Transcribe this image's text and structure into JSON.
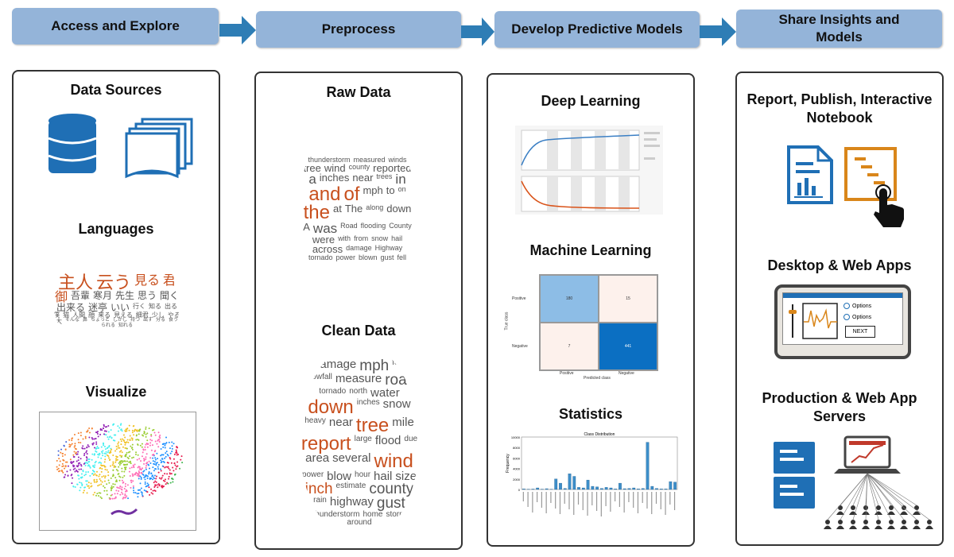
{
  "steps": [
    "Access and Explore",
    "Preprocess",
    "Develop Predictive Models",
    "Share Insights and Models"
  ],
  "colors": {
    "step": "#94b4d9",
    "arrow": "#2e7db5",
    "icon_blue": "#1f6fb5",
    "icon_orange": "#d9861a",
    "cloud_orange": "#c8501e"
  },
  "panel1": {
    "data_sources": "Data Sources",
    "languages": "Languages",
    "visualize": "Visualize",
    "lang_words": [
      [
        "主人",
        4,
        1
      ],
      [
        "云う",
        4,
        1
      ],
      [
        "見る",
        3,
        1
      ],
      [
        "君",
        3,
        1
      ],
      [
        "御",
        3,
        1
      ],
      [
        "吾輩",
        2,
        0
      ],
      [
        "寒月",
        2,
        0
      ],
      [
        "先生",
        2,
        0
      ],
      [
        "思う",
        2,
        0
      ],
      [
        "聞く",
        2,
        0
      ],
      [
        "出来る",
        2,
        0
      ],
      [
        "迷亭",
        2,
        0
      ],
      [
        "いい",
        2,
        0
      ],
      [
        "行く",
        1,
        0
      ],
      [
        "知る",
        1,
        0
      ],
      [
        "出る",
        1,
        0
      ],
      [
        "僕",
        1,
        0
      ],
      [
        "猫",
        1,
        0
      ],
      [
        "人間",
        1,
        0
      ],
      [
        "顔",
        1,
        0
      ],
      [
        "来る",
        1,
        0
      ],
      [
        "見える",
        1,
        0
      ],
      [
        "細君",
        1,
        0
      ],
      [
        "少し",
        1,
        0
      ],
      [
        "やる",
        1,
        0
      ],
      [
        "大",
        1,
        0
      ],
      [
        "そんな",
        0,
        0
      ],
      [
        "鼻",
        0,
        0
      ],
      [
        "ちょっと",
        0,
        0
      ],
      [
        "しかし",
        0,
        0
      ],
      [
        "持つ",
        0,
        0
      ],
      [
        "出す",
        0,
        0
      ],
      [
        "分る",
        0,
        0
      ],
      [
        "食う",
        0,
        0
      ],
      [
        "られる",
        0,
        0
      ],
      [
        "知れる",
        0,
        0
      ]
    ]
  },
  "panel2": {
    "raw_data": "Raw Data",
    "clean_data": "Clean Data",
    "raw_words": [
      [
        "thunderstorm",
        1,
        0
      ],
      [
        "measured",
        1,
        0
      ],
      [
        "winds",
        1,
        0
      ],
      [
        "tree",
        2,
        0
      ],
      [
        "wind",
        2,
        0
      ],
      [
        "county",
        1,
        0
      ],
      [
        "reported",
        2,
        0
      ],
      [
        "a",
        3,
        0
      ],
      [
        "inches",
        2,
        0
      ],
      [
        "near",
        2,
        0
      ],
      [
        "trees",
        1,
        0
      ],
      [
        "in",
        3,
        0
      ],
      [
        "and",
        4,
        1
      ],
      [
        "of",
        4,
        1
      ],
      [
        "mph",
        2,
        0
      ],
      [
        "to",
        2,
        0
      ],
      [
        "on",
        1,
        0
      ],
      [
        "the",
        4,
        1
      ],
      [
        "at",
        2,
        0
      ],
      [
        "The",
        2,
        0
      ],
      [
        "along",
        1,
        0
      ],
      [
        "down",
        2,
        0
      ],
      [
        "A",
        2,
        0
      ],
      [
        "was",
        3,
        0
      ],
      [
        "Road",
        1,
        0
      ],
      [
        "flooding",
        1,
        0
      ],
      [
        "County",
        1,
        0
      ],
      [
        "were",
        2,
        0
      ],
      [
        "with",
        1,
        0
      ],
      [
        "from",
        1,
        0
      ],
      [
        "snow",
        1,
        0
      ],
      [
        "hail",
        1,
        0
      ],
      [
        "across",
        2,
        0
      ],
      [
        "damage",
        1,
        0
      ],
      [
        "Highway",
        1,
        0
      ],
      [
        "tornado",
        1,
        0
      ],
      [
        "power",
        1,
        0
      ],
      [
        "blown",
        1,
        0
      ],
      [
        "gust",
        1,
        0
      ],
      [
        "fell",
        1,
        0
      ]
    ],
    "clean_words": [
      [
        "damage",
        2,
        0
      ],
      [
        "mph",
        3,
        0
      ],
      [
        "foot",
        1,
        0
      ],
      [
        "snowfall",
        1,
        0
      ],
      [
        "measure",
        2,
        0
      ],
      [
        "road",
        3,
        0
      ],
      [
        "tornado",
        1,
        0
      ],
      [
        "north",
        1,
        0
      ],
      [
        "water",
        2,
        0
      ],
      [
        "down",
        4,
        1
      ],
      [
        "inches",
        1,
        0
      ],
      [
        "snow",
        2,
        0
      ],
      [
        "heavy",
        1,
        0
      ],
      [
        "near",
        2,
        0
      ],
      [
        "tree",
        4,
        1
      ],
      [
        "mile",
        2,
        0
      ],
      [
        "report",
        4,
        1
      ],
      [
        "large",
        1,
        0
      ],
      [
        "flood",
        2,
        0
      ],
      [
        "due",
        1,
        0
      ],
      [
        "area",
        2,
        0
      ],
      [
        "several",
        2,
        0
      ],
      [
        "wind",
        4,
        1
      ],
      [
        "power",
        1,
        0
      ],
      [
        "blow",
        2,
        0
      ],
      [
        "hour",
        1,
        0
      ],
      [
        "hail",
        2,
        0
      ],
      [
        "size",
        2,
        0
      ],
      [
        "inch",
        3,
        1
      ],
      [
        "estimate",
        1,
        0
      ],
      [
        "county",
        3,
        0
      ],
      [
        "rain",
        1,
        0
      ],
      [
        "highway",
        2,
        0
      ],
      [
        "gust",
        3,
        0
      ],
      [
        "thunderstorm",
        1,
        0
      ],
      [
        "home",
        1,
        0
      ],
      [
        "storm",
        1,
        0
      ],
      [
        "around",
        1,
        0
      ]
    ]
  },
  "panel3": {
    "deep_learning": "Deep Learning",
    "machine_learning": "Machine Learning",
    "statistics": "Statistics",
    "confusion": {
      "rows": [
        "Positive",
        "Negative"
      ],
      "cols": [
        "Positive",
        "Negative"
      ],
      "values": [
        [
          180,
          15
        ],
        [
          7,
          441
        ]
      ],
      "ylabel": "True class",
      "xlabel": "Predicted class"
    },
    "chart_data": {
      "type": "bar",
      "title": "Class Distribution",
      "ylabel": "Frequency",
      "ylim": [
        0,
        10000
      ],
      "yticks": [
        "10000",
        "8000",
        "6000",
        "4000",
        "2000",
        "0"
      ],
      "values": [
        100,
        50,
        80,
        300,
        60,
        150,
        40,
        2000,
        1200,
        200,
        3000,
        2500,
        400,
        300,
        1800,
        600,
        500,
        200,
        400,
        300,
        100,
        1200,
        150,
        200,
        300,
        100,
        200,
        9000,
        600,
        200,
        100,
        100,
        1500,
        1400
      ]
    }
  },
  "panel4": {
    "report": "Report, Publish, Interactive Notebook",
    "apps": "Desktop & Web Apps",
    "servers": "Production & Web App Servers",
    "app_options": [
      "Options",
      "Options"
    ],
    "app_next": "NEXT"
  }
}
